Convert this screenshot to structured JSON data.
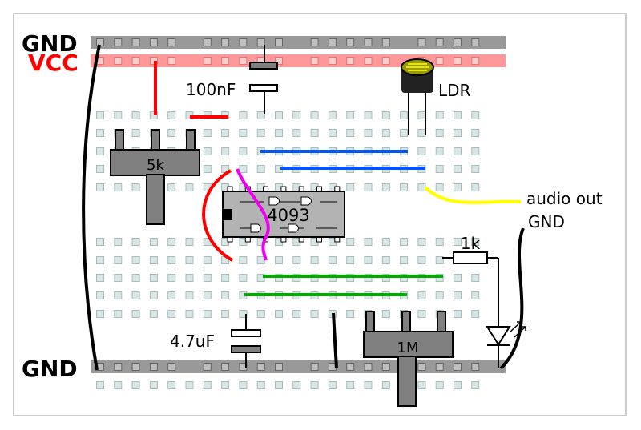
{
  "rails": {
    "gnd_top": "GND",
    "vcc": "VCC",
    "gnd_bottom": "GND"
  },
  "components": {
    "capacitor_top": "100nF",
    "ldr": "LDR",
    "pot_left": "5k",
    "chip": "4093",
    "resistor": "1k",
    "capacitor_bottom": "4.7uF",
    "pot_right": "1M"
  },
  "outputs": {
    "audio_out": "audio out",
    "gnd": "GND"
  },
  "colors": {
    "vcc_text": "#ff0000",
    "rail_gray": "#999999",
    "rail_red": "#ff9999",
    "hole": "#d8e6e6",
    "wire_red": "#ff0000",
    "wire_blue": "#0055ff",
    "wire_green": "#00aa00",
    "wire_yellow": "#ffff00",
    "wire_magenta": "#ee00ee",
    "wire_black": "#000000",
    "component_gray": "#808080"
  }
}
